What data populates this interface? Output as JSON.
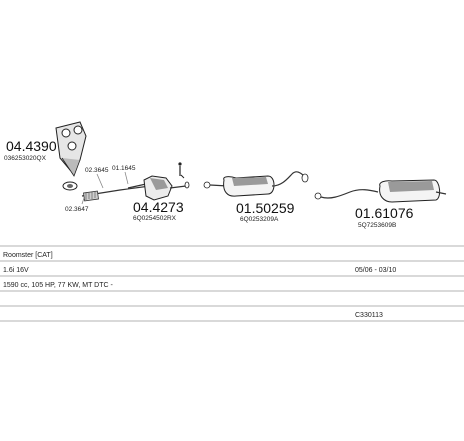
{
  "parts": {
    "manifold_code": "04.4390",
    "manifold_oem": "036253020QX",
    "gasket_a": "02.3645",
    "bolt_a": "01.1645",
    "gasket_b": "02.3647",
    "catalyst_code": "04.4273",
    "catalyst_oem": "6Q0254502RX",
    "middle_code": "01.50259",
    "middle_oem": "6Q0253209A",
    "rear_code": "01.61076",
    "rear_oem": "5Q7253609B"
  },
  "table": {
    "row1_left": "Roomster [CAT]",
    "row2_left": "1.6i 16V",
    "row2_right": "05/06 - 03/10",
    "row3_left": "1590 cc, 105 HP, 77 KW, MT DTC -",
    "row5_right": "C330113"
  }
}
